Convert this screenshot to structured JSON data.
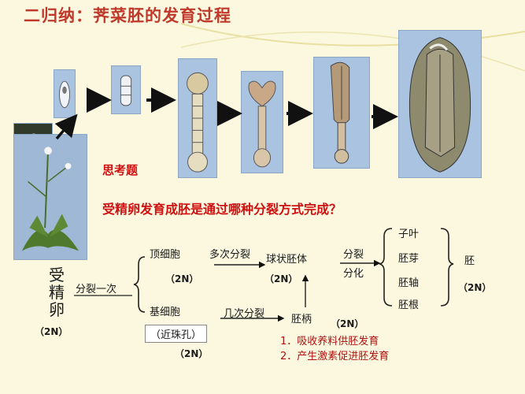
{
  "title": "二归纳：荠菜胚的发育过程",
  "question": {
    "heading": "思考题",
    "text": "受精卵发育成胚是通过哪种分裂方式完成？"
  },
  "diagram": {
    "zygote": "受精卵",
    "zygote_n": "（2N）",
    "division_once": "分裂一次",
    "apical_cell": "顶细胞",
    "apical_n": "（2N）",
    "basal_cell": "基细胞",
    "basal_near": "（近珠孔）",
    "basal_n": "（2N）",
    "multi_division": "多次分裂",
    "globular_embryo": "球状胚体",
    "globular_n": "（2N）",
    "several_division": "几次分裂",
    "suspensor": "胚柄",
    "suspensor_n": "（2N）",
    "divide_label": "分裂",
    "differentiate_label": "分化",
    "parts": [
      "子叶",
      "胚芽",
      "胚轴",
      "胚根"
    ],
    "embryo": "胚",
    "embryo_n": "（2N）",
    "suspensor_roles": [
      "1．吸收养料供胚发育",
      "2．产生激素促进胚发育"
    ]
  }
}
